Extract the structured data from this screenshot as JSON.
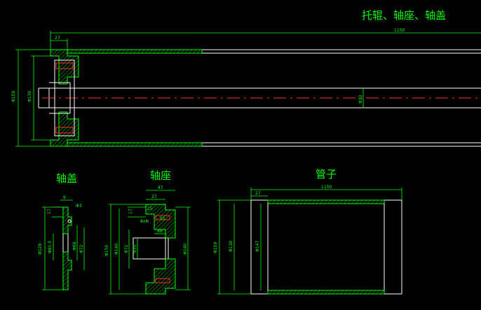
{
  "titles": {
    "main": "托辊、轴座、轴盖",
    "cap": "轴盖",
    "seat": "轴座",
    "tube": "管子"
  },
  "dims": {
    "d27a": "27",
    "d1150a": "1150",
    "d159": "Φ159",
    "d130": "Φ130",
    "d33": "Φ33",
    "cap_top": "9",
    "cap_d17": "17",
    "cap_phi3": "Φ3",
    "cap_d128": "Φ128",
    "cap_d81": "Φ81.5",
    "cap_d68": "Φ68",
    "cap_d72": "Φ72",
    "seat_47": "47",
    "seat_27": "27",
    "seat_17": "17",
    "seat_15": "15",
    "seat_65": "65",
    "seat_m10": "8xΦ",
    "seat_88": "88",
    "seat_150": "Φ150",
    "seat_140": "Φ140",
    "seat_72": "Φ72",
    "seat_35": "Φ35",
    "seat_140b": "Φ140",
    "tube_27": "27",
    "tube_1150": "1150",
    "tube_159": "Φ159",
    "tube_130": "Φ130",
    "tube_147": "Φ147"
  }
}
